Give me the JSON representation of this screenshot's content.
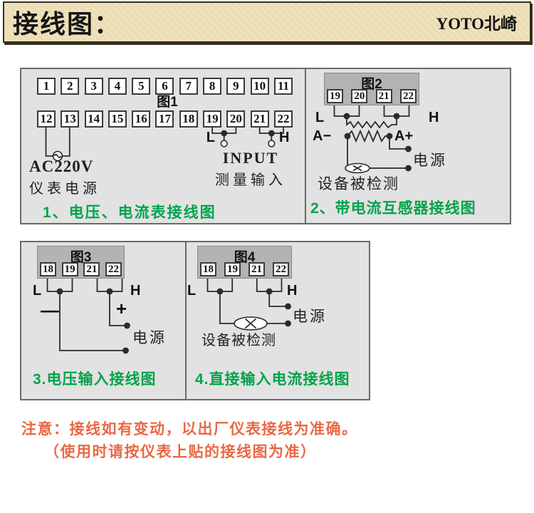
{
  "header": {
    "title": "接线图：",
    "brand": "YOTO北崎"
  },
  "colors": {
    "header_bg": "#ecdcb2",
    "header_border": "#35301e",
    "panel_bg": "#e2e2e2",
    "panel_border": "#6a6a6a",
    "terminal_panel_bg": "#b3b3b3",
    "terminal_box_bg": "#ffffff",
    "terminal_box_border": "#3a3a3a",
    "wire": "#2b2b2b",
    "caption_green": "#00a34b",
    "note_orange": "#ea6843"
  },
  "diagram1": {
    "fig_label": "图1",
    "row1": [
      "1",
      "2",
      "3",
      "4",
      "5",
      "6",
      "7",
      "8",
      "9",
      "10",
      "11"
    ],
    "row2": [
      "12",
      "13",
      "14",
      "15",
      "16",
      "17",
      "18",
      "19",
      "20",
      "21",
      "22"
    ],
    "power_title": "AC220V",
    "power_sub": "仪表电源",
    "input_title": "INPUT",
    "input_sub": "测量输入",
    "l_label": "L",
    "h_label": "H",
    "caption": "1、电压、电流表接线图"
  },
  "diagram2": {
    "fig_label": "图2",
    "terminals": [
      "19",
      "20",
      "21",
      "22"
    ],
    "l_label": "L",
    "h_label": "H",
    "a_minus": "A−",
    "a_plus": "A+",
    "power": "电源",
    "device": "设备被检测",
    "caption": "2、带电流互感器接线图"
  },
  "diagram3": {
    "fig_label": "图3",
    "terminals": [
      "18",
      "19",
      "21",
      "22"
    ],
    "l_label": "L",
    "h_label": "H",
    "minus": "—",
    "plus": "+",
    "power": "电源",
    "caption": "3.电压输入接线图"
  },
  "diagram4": {
    "fig_label": "图4",
    "terminals": [
      "18",
      "19",
      "21",
      "22"
    ],
    "l_label": "L",
    "h_label": "H",
    "power": "电源",
    "device": "设备被检测",
    "caption": "4.直接输入电流接线图"
  },
  "notes": {
    "line1": "注意：接线如有变动，以出厂仪表接线为准确。",
    "line2": "（使用时请按仪表上贴的接线图为准）"
  }
}
